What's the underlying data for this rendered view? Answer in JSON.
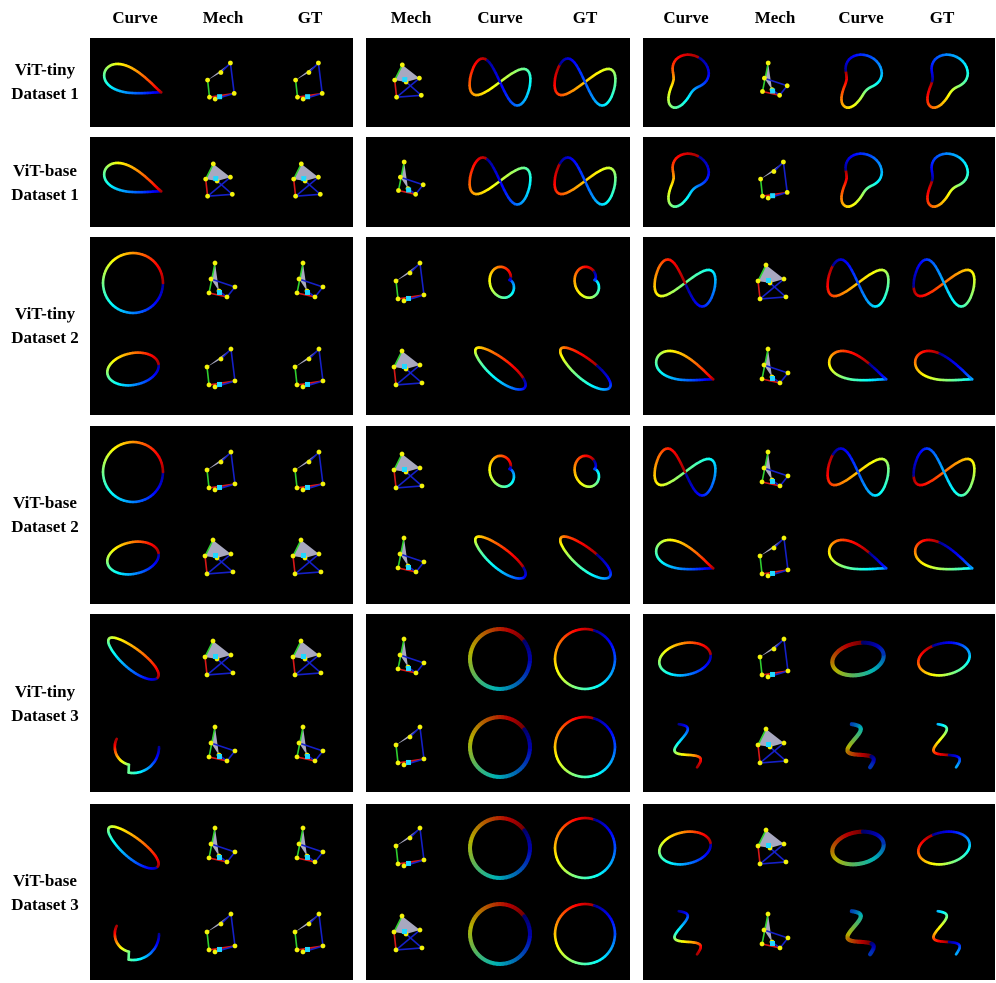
{
  "column_headers": [
    "Curve",
    "Mech",
    "GT",
    "Mech",
    "Curve",
    "GT",
    "Curve",
    "Mech",
    "Curve",
    "GT"
  ],
  "rows": [
    {
      "model": "ViT-tiny",
      "dataset": "Dataset 1"
    },
    {
      "model": "ViT-base",
      "dataset": "Dataset 1"
    },
    {
      "model": "ViT-tiny",
      "dataset": "Dataset 2"
    },
    {
      "model": "ViT-base",
      "dataset": "Dataset 2"
    },
    {
      "model": "ViT-tiny",
      "dataset": "Dataset 3"
    },
    {
      "model": "ViT-base",
      "dataset": "Dataset 3"
    }
  ],
  "colors": {
    "panel_background": "#000000",
    "joint": "#f4f40a",
    "link": "#1520c8",
    "ground_link": "#d81818",
    "crank": "#30d030",
    "coupler": "#a8a8c0",
    "ground_pivot": "#20d8ff"
  }
}
